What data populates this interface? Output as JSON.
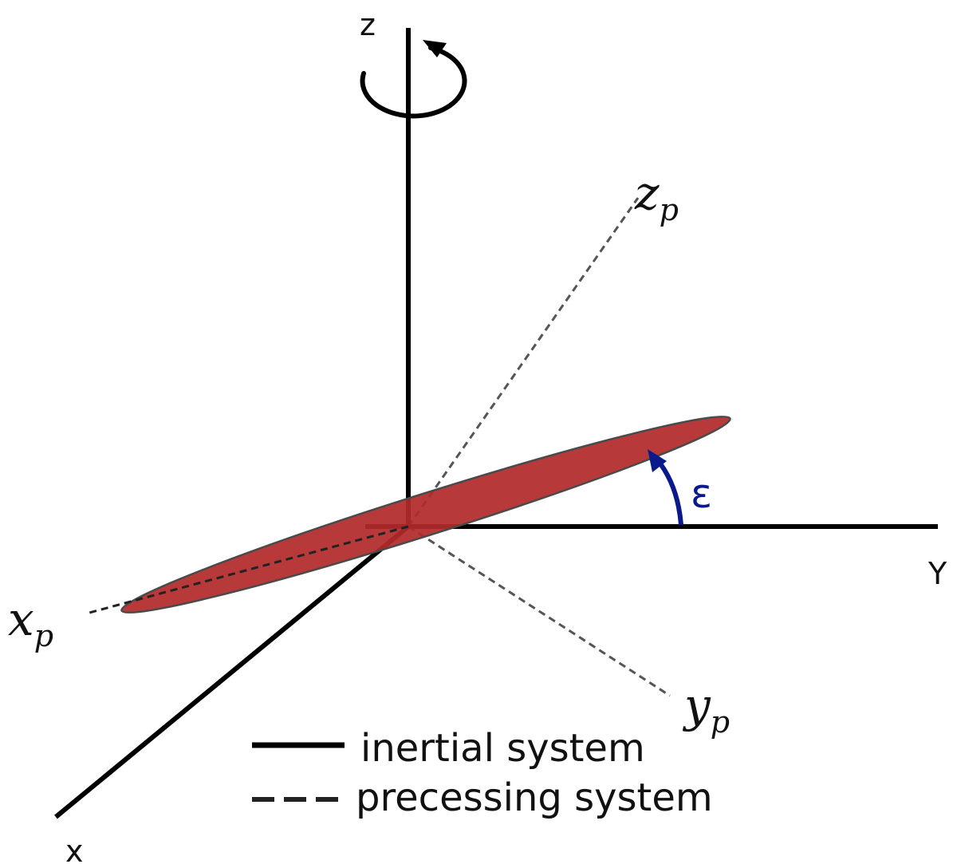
{
  "axes": {
    "inertial": {
      "z": "z",
      "y": "Y",
      "x": "x"
    },
    "precessing": {
      "z": {
        "base": "z",
        "sub": "p"
      },
      "y": {
        "base": "y",
        "sub": "p"
      },
      "x": {
        "base": "x",
        "sub": "p"
      }
    }
  },
  "angle_label": "ε",
  "legend": {
    "inertial": "inertial system",
    "precessing": "precessing system"
  },
  "colors": {
    "axis": "#000000",
    "dashed_axis": "#555555",
    "disk_fill": "#b22a2a",
    "disk_edge": "#4a4a4a",
    "angle_arrow": "#0a1a8c"
  },
  "icons": {
    "rotation": "rotation-arrow-icon"
  }
}
